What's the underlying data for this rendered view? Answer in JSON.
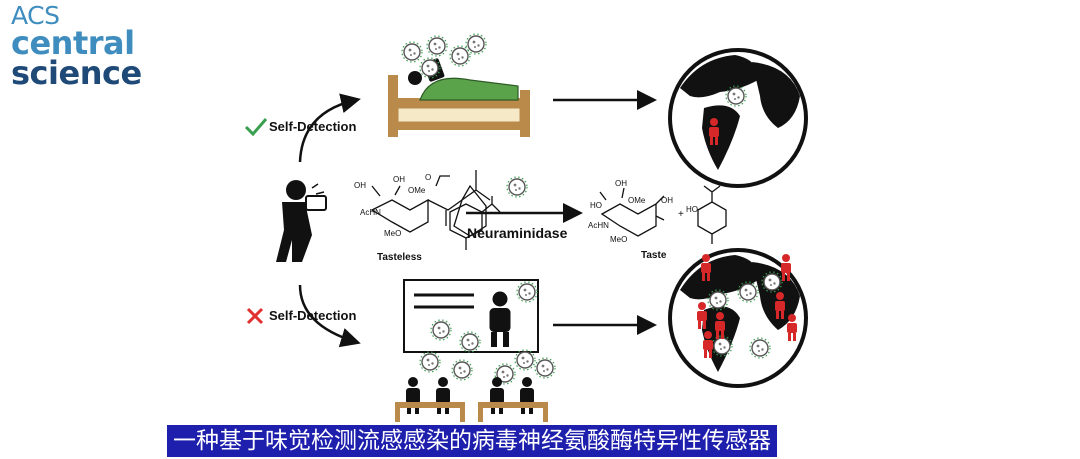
{
  "logo": {
    "line1": "ACS",
    "line2": "central",
    "line3": "science"
  },
  "labels": {
    "self_detection_yes": "Self-Detection",
    "self_detection_no": "Self-Detection",
    "enzyme": "Neuraminidase",
    "substrate": "Tasteless",
    "product": "Taste"
  },
  "molecule_text": {
    "oh_top1": "OH",
    "oh_top2": "OH",
    "o_carbonyl": "O",
    "ome_ring": "OMe",
    "achn": "AcHN",
    "meo": "MeO",
    "oh_p1": "HO",
    "oh_p2": "OH",
    "oh_p3": "OH",
    "ome_p": "OMe",
    "achn_p": "AcHN",
    "meo_p": "MeO",
    "ho_phenol": "HO",
    "plus": "+"
  },
  "subtitle": "一种基于味觉检测流感感染的病毒神经氨酸酶特异性传感器",
  "colors": {
    "logo_light": "#3f8dbf",
    "logo_dark": "#1f4a78",
    "check": "#3aa050",
    "cross": "#e03030",
    "person_red": "#d62828",
    "blanket": "#5aa34a",
    "bed_wood": "#b98a4a",
    "caption_bg": "#1f1fae"
  }
}
